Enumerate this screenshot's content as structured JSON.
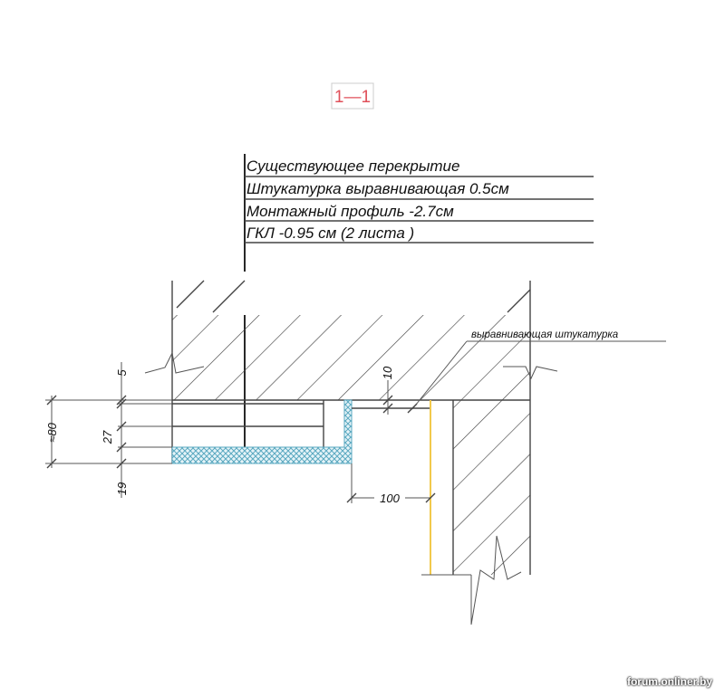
{
  "section_label": "1—1",
  "layers": [
    "Существующее перекрытие",
    "Штукатурка выравнивающая 0.5см",
    "Монтажный профиль -2.7см",
    "ГКЛ -0.95 см (2 листа )"
  ],
  "leader_note": "выравнивающая штукатурка",
  "dimensions": {
    "plaster": "5",
    "profile": "27",
    "gkl": "19",
    "total": "≈80",
    "gap": "10",
    "offset": "100"
  },
  "colors": {
    "section_label": "#e0505a",
    "gkl_fill": "#8cc8d8",
    "yellow_line": "#f2c94c"
  },
  "watermark": "forum.onliner.by"
}
